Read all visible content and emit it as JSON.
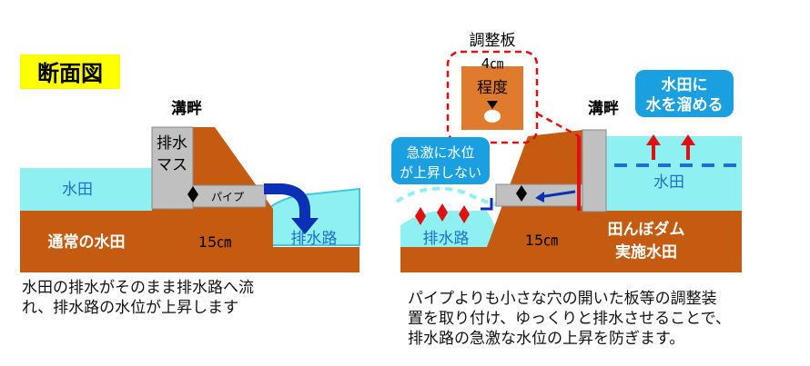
{
  "title_badge": "断面図",
  "colors": {
    "soil": "#c55a11",
    "water": "#8ff0f2",
    "water_edge": "#3fc7e6",
    "concrete": "#c0c0c0",
    "pipe_arrow": "#0b2fb5",
    "red": "#e01010",
    "callout_blue": "#1aa0e0",
    "badge_yellow": "#ffff00",
    "plate": "#e07a2c"
  },
  "left": {
    "label_ditch_bank": "溝畔",
    "label_drain_box_line1": "排水",
    "label_drain_box_line2": "マス",
    "label_paddy_water": "水田",
    "label_pipe": "パイプ",
    "label_drain_channel": "排水路",
    "label_normal_paddy": "通常の水田",
    "label_depth": "15㎝",
    "caption_line1": "水田の排水がそのまま排水路へ流",
    "caption_line2": "れ、排水路の水位が上昇します"
  },
  "right": {
    "label_plate_title": "調整板",
    "label_hole_size_line1": "4㎝",
    "label_hole_size_line2": "程度",
    "label_ditch_bank": "溝畔",
    "callout_store_line1": "水田に",
    "callout_store_line2": "水を溜める",
    "callout_level_line1": "急激に水位",
    "callout_level_line2": "が上昇しない",
    "label_paddy_water": "水田",
    "label_drain_channel": "排水路",
    "label_depth": "15㎝",
    "label_dam_line1": "田んぼダム",
    "label_dam_line2": "実施水田",
    "caption_line1": "パイプよりも小さな穴の開いた板等の調整装",
    "caption_line2": "置を取り付け、ゆっくりと排水させることで、",
    "caption_line3": "排水路の急激な水位の上昇を防ぎます。"
  }
}
